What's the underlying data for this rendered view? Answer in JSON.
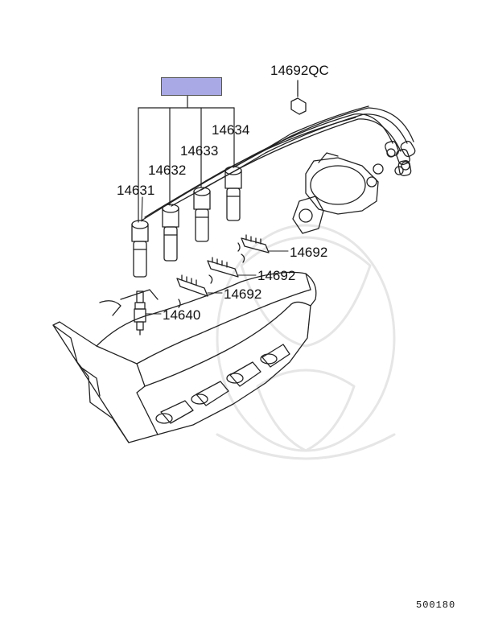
{
  "diagram": {
    "part_labels": {
      "p14692qc": "14692QC",
      "p14634": "14634",
      "p14633": "14633",
      "p14632": "14632",
      "p14631": "14631",
      "p14692a": "14692",
      "p14692b": "14692",
      "p14692c": "14692",
      "p14640": "14640"
    },
    "figure_code": "500180",
    "highlight_color": "#a9a9e6"
  }
}
